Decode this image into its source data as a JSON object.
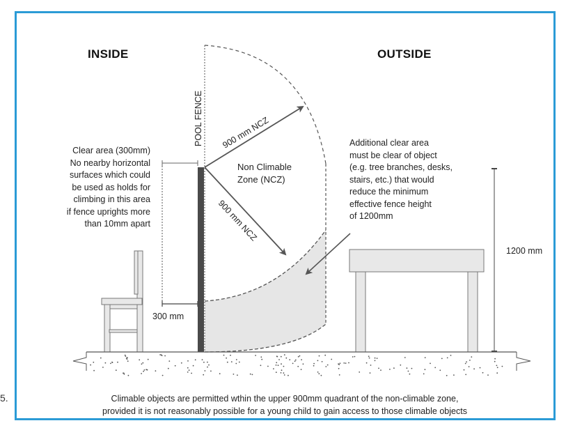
{
  "colors": {
    "frame_border": "#2b9bd6",
    "fence": "#4a4a4a",
    "ncz_fill": "#e6e6e6",
    "line": "#555555",
    "furniture_fill": "#e8e8e8",
    "furniture_stroke": "#777777"
  },
  "headings": {
    "inside": "INSIDE",
    "outside": "OUTSIDE"
  },
  "fence_label": "POOL FENCE",
  "ncz": {
    "upper_arrow_label": "900 mm NCZ",
    "lower_arrow_label": "900 mm NCZ",
    "zone_label_line1": "Non Climable",
    "zone_label_line2": "Zone (NCZ)"
  },
  "clear_area_note": [
    "Clear area (300mm)",
    "No nearby horizontal",
    "surfaces which could",
    "be used as holds for",
    "climbing in this area",
    "if fence uprights more",
    "than 10mm apart"
  ],
  "clear_area_dimension": "300 mm",
  "additional_clear_area_note": [
    "Additional clear area",
    "must be clear of object",
    "(e.g. tree branches, desks,",
    "stairs, etc.) that would",
    "reduce the minimum",
    "effective fence height",
    "of 1200mm"
  ],
  "height_dimension": "1200 mm",
  "footer_note": [
    "Climable objects are permitted wthin the upper 900mm quadrant of the non-climable zone,",
    "provided it is not reasonably possible for a young child to gain access to those climable objects"
  ],
  "stray_text": "5."
}
